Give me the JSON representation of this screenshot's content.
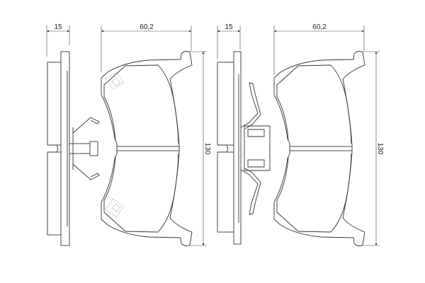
{
  "drawings": [
    {
      "thickness_label": "15",
      "width_label": "60,2",
      "height_label": "130"
    },
    {
      "thickness_label": "15",
      "width_label": "60,2",
      "height_label": "130"
    }
  ]
}
